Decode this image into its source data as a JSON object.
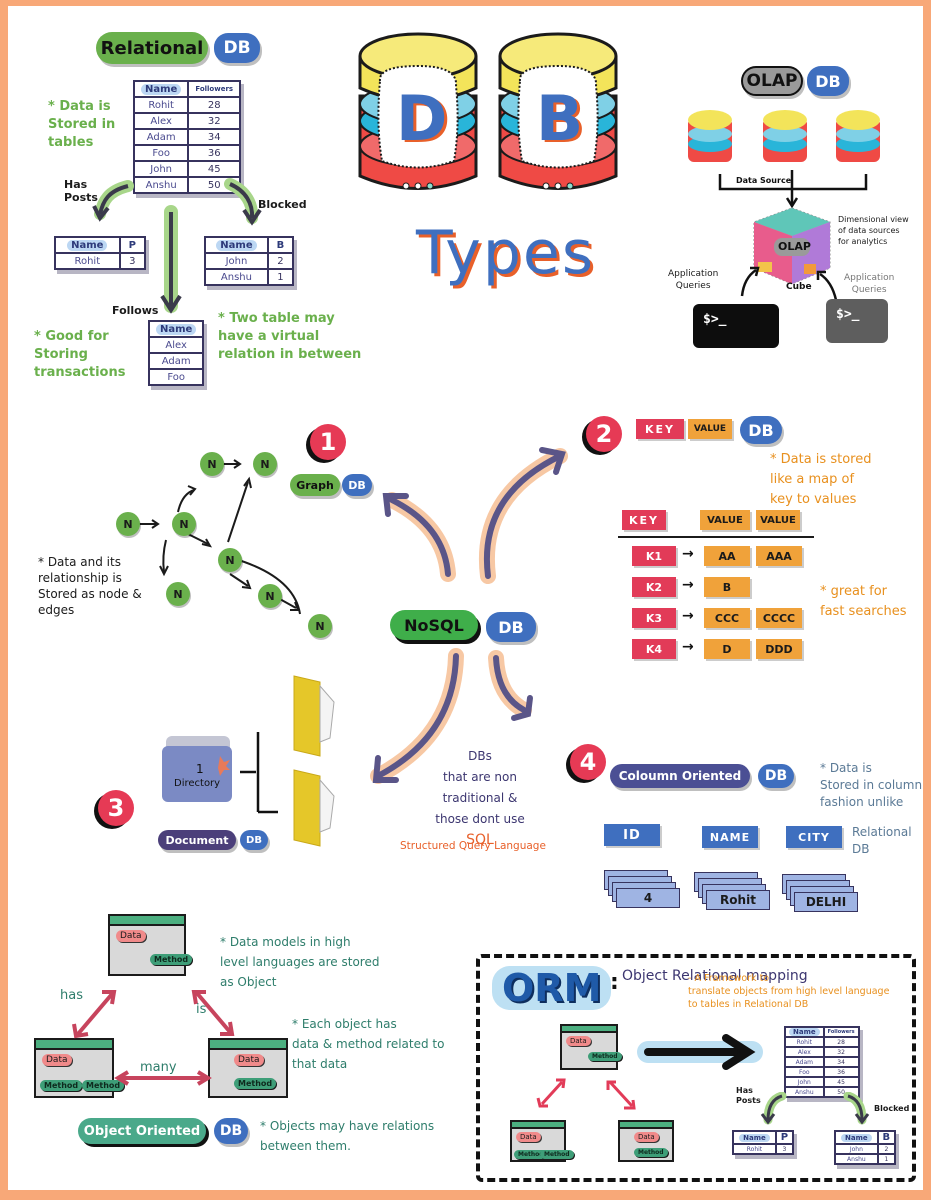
{
  "title": {
    "letters": [
      "D",
      "B"
    ],
    "word": "Types"
  },
  "relational": {
    "label": "Relational",
    "db": "DB",
    "note_stored": "* Data is\nStored in\ntables",
    "note_good": "* Good for\nStoring\ntransactions",
    "note_virtual": "* Two table may\nhave a virtual\nrelation in between",
    "rel_has_posts": "Has\nPosts",
    "rel_blocked": "Blocked",
    "rel_follows": "Follows",
    "main_table": {
      "headers": [
        "Name",
        "Followers"
      ],
      "rows": [
        [
          "Rohit",
          "28"
        ],
        [
          "Alex",
          "32"
        ],
        [
          "Adam",
          "34"
        ],
        [
          "Foo",
          "36"
        ],
        [
          "John",
          "45"
        ],
        [
          "Anshu",
          "50"
        ]
      ]
    },
    "posts_table": {
      "headers": [
        "Name",
        "P"
      ],
      "rows": [
        [
          "Rohit",
          "3"
        ]
      ]
    },
    "blocked_table": {
      "headers": [
        "Name",
        "B"
      ],
      "rows": [
        [
          "John",
          "2"
        ],
        [
          "Anshu",
          "1"
        ]
      ]
    },
    "follows_table": {
      "headers": [
        "Name"
      ],
      "rows": [
        [
          "Alex"
        ],
        [
          "Adam"
        ],
        [
          "Foo"
        ]
      ]
    }
  },
  "olap": {
    "label": "OLAP",
    "db": "DB",
    "data_source": "Data Source",
    "cube_label": "OLAP",
    "cube_caption": "Cube",
    "note": "Dimensional view\nof data sources\nfor analytics",
    "app_queries_left": "Application\nQueries",
    "app_queries_right": "Application\nQueries",
    "prompt": "$>_"
  },
  "nosql": {
    "label": "NoSQL",
    "db": "DB",
    "desc_lines": [
      "DBs",
      "that are non",
      "traditional &",
      "those dont use"
    ],
    "sql": "SQL",
    "sql_full": "Structured Query Language"
  },
  "graph": {
    "number": "1",
    "label": "Graph",
    "db": "DB",
    "node_label": "N",
    "note": "* Data and its\nrelationship is\nStored as node &\nedges"
  },
  "keyvalue": {
    "number": "2",
    "key_label": "KEY",
    "value_label": "VALUE",
    "db": "DB",
    "note_map": "* Data is stored\nlike a map of\nkey to values",
    "note_fast": "* great for\nfast searches",
    "schema": {
      "key": "KEY",
      "values": [
        "VALUE",
        "VALUE"
      ]
    },
    "rows": [
      {
        "key": "K1",
        "values": [
          "AA",
          "AAA"
        ]
      },
      {
        "key": "K2",
        "values": [
          "B"
        ]
      },
      {
        "key": "K3",
        "values": [
          "CCC",
          "CCCC"
        ]
      },
      {
        "key": "K4",
        "values": [
          "D",
          "DDD"
        ]
      }
    ]
  },
  "document": {
    "number": "3",
    "label": "Document",
    "db": "DB",
    "directory_count": "1",
    "directory_label": "Directory"
  },
  "column": {
    "number": "4",
    "label": "Coloumn Oriented",
    "db": "DB",
    "note": "* Data is\nStored in column\nfashion unlike",
    "note2": "Relational\nDB",
    "headers": [
      "ID",
      "NAME",
      "CITY"
    ],
    "values": [
      "4",
      "Rohit",
      "DELHI"
    ]
  },
  "object": {
    "label": "Object Oriented",
    "db": "DB",
    "data_chip": "Data",
    "method_chip": "Method",
    "rel_has": "has",
    "rel_is": "is",
    "rel_many": "many",
    "note_models": "* Data models in high\nlevel languages are stored\nas Object",
    "note_each": "* Each object has\ndata & method related to\nthat data",
    "note_relations": "* Objects may have relations\nbetween them."
  },
  "orm": {
    "label": "ORM",
    "full": "Object Relational mapping",
    "desc": "- A Framework to\ntranslate objects from high level language\nto tables in Relational DB",
    "rel_has_posts": "Has\nPosts",
    "rel_blocked": "Blocked"
  },
  "colors": {
    "frame": "#f8a878",
    "green": "#6ab04c",
    "blue": "#3f6fbf",
    "red": "#e23b58",
    "orange": "#f0a23a",
    "purple": "#5a5588",
    "teal": "#2e7d6b"
  }
}
